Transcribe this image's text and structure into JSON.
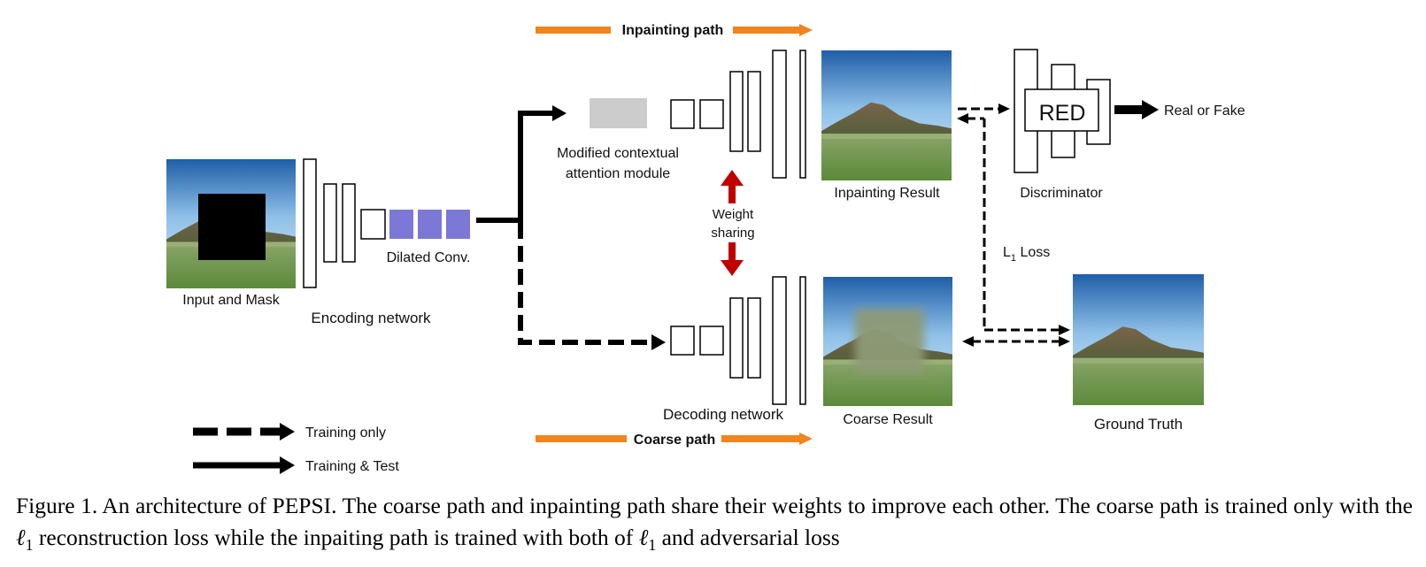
{
  "paths": {
    "inpainting": "Inpainting path",
    "coarse": "Coarse path"
  },
  "labels": {
    "input_mask": "Input and Mask",
    "encoding": "Encoding network",
    "dilated": "Dilated Conv.",
    "mcam_1": "Modified contextual",
    "mcam_2": "attention module",
    "weight_1": "Weight",
    "weight_2": "sharing",
    "decoding": "Decoding network",
    "inpainting_result": "Inpainting Result",
    "coarse_result": "Coarse Result",
    "red": "RED",
    "discriminator": "Discriminator",
    "real_or_fake": "Real or Fake",
    "l1_loss_main": "L",
    "l1_loss_sub": "1",
    "l1_loss_rest": " Loss",
    "ground_truth": "Ground Truth"
  },
  "legend": {
    "dashed": "Training only",
    "solid": "Training & Test"
  },
  "caption": {
    "part1": "Figure 1. An architecture of PEPSI. The coarse path and inpainting path share their weights to improve each other.  The coarse path is trained only with the ",
    "ell_a": "ℓ",
    "sub_a": "1",
    "part2": " reconstruction loss while the inpaiting path is trained with both of ",
    "ell_b": "ℓ",
    "sub_b": "1",
    "part3": " and adversarial loss"
  },
  "colors": {
    "orange": "#f0851e",
    "dilated": "#7b78d6",
    "red_arrow": "#c00000",
    "grey_module": "#cccccc"
  }
}
